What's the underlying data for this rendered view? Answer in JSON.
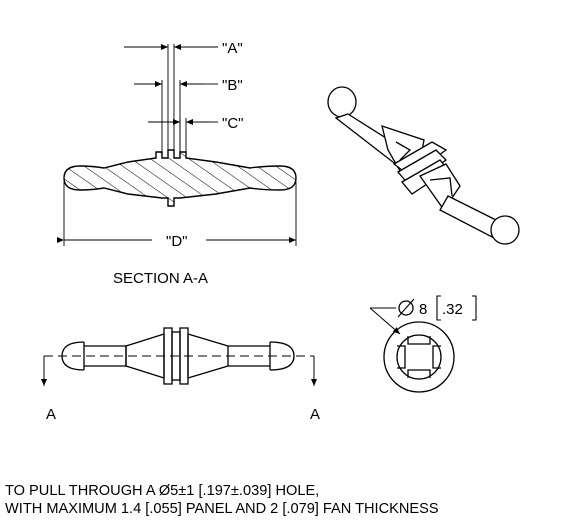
{
  "labels": {
    "dim_a": "\"A\"",
    "dim_b": "\"B\"",
    "dim_c": "\"C\"",
    "dim_d": "\"D\"",
    "section_title": "SECTION A-A",
    "cut_left": "A",
    "cut_right": "A",
    "diameter_value": "8",
    "diameter_bracket_value": ".32"
  },
  "note": {
    "line1": "TO PULL THROUGH A Ø5±1 [.197±.039] HOLE,",
    "line2": "WITH MAXIMUM 1.4 [.055] PANEL AND 2 [.079] FAN THICKNESS"
  }
}
